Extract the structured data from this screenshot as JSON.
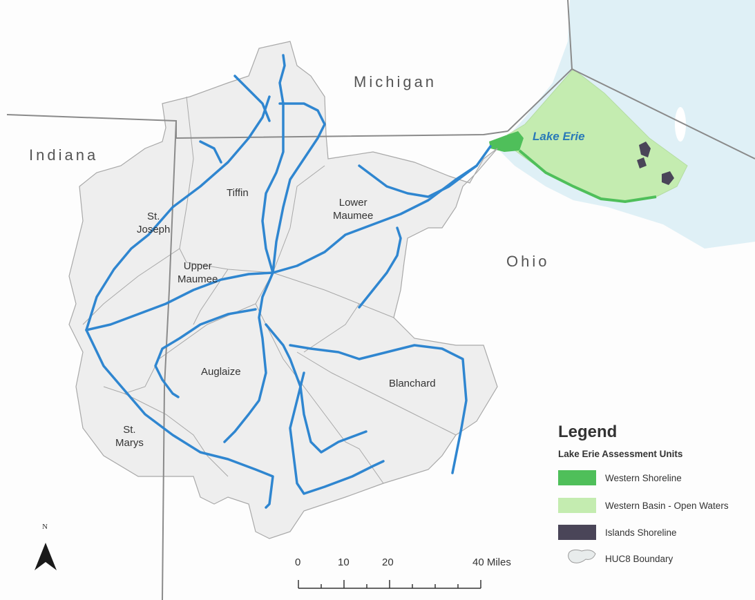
{
  "states": {
    "michigan": "Michigan",
    "indiana": "Indiana",
    "ohio": "Ohio"
  },
  "lake": {
    "name": "Lake Erie"
  },
  "basins": [
    {
      "id": "tiffin",
      "label": "Tiffin"
    },
    {
      "id": "st-joseph",
      "label": "St.\nJoseph"
    },
    {
      "id": "lower-maumee",
      "label": "Lower\nMaumee"
    },
    {
      "id": "upper-maumee",
      "label": "Upper\nMaumee"
    },
    {
      "id": "auglaize",
      "label": "Auglaize"
    },
    {
      "id": "blanchard",
      "label": "Blanchard"
    },
    {
      "id": "st-marys",
      "label": "St.\nMarys"
    }
  ],
  "legend": {
    "title": "Legend",
    "subtitle": "Lake Erie Assessment Units",
    "items": [
      {
        "label": "Western Shoreline",
        "color": "#4fbf5a"
      },
      {
        "label": "Western Basin - Open Waters",
        "color": "#c4ecb0"
      },
      {
        "label": "Islands Shoreline",
        "color": "#4a4558"
      },
      {
        "label": "HUC8 Boundary",
        "color": "#e8ecec"
      }
    ]
  },
  "scale_bar": {
    "ticks": [
      "0",
      "10",
      "20",
      "40 Miles"
    ]
  },
  "north_arrow": {
    "label": "N"
  },
  "colors": {
    "river": "#2f86d0",
    "lake_water": "#dff0f6",
    "watershed_fill": "#eeeeee",
    "state_border": "#8a8a8a"
  }
}
